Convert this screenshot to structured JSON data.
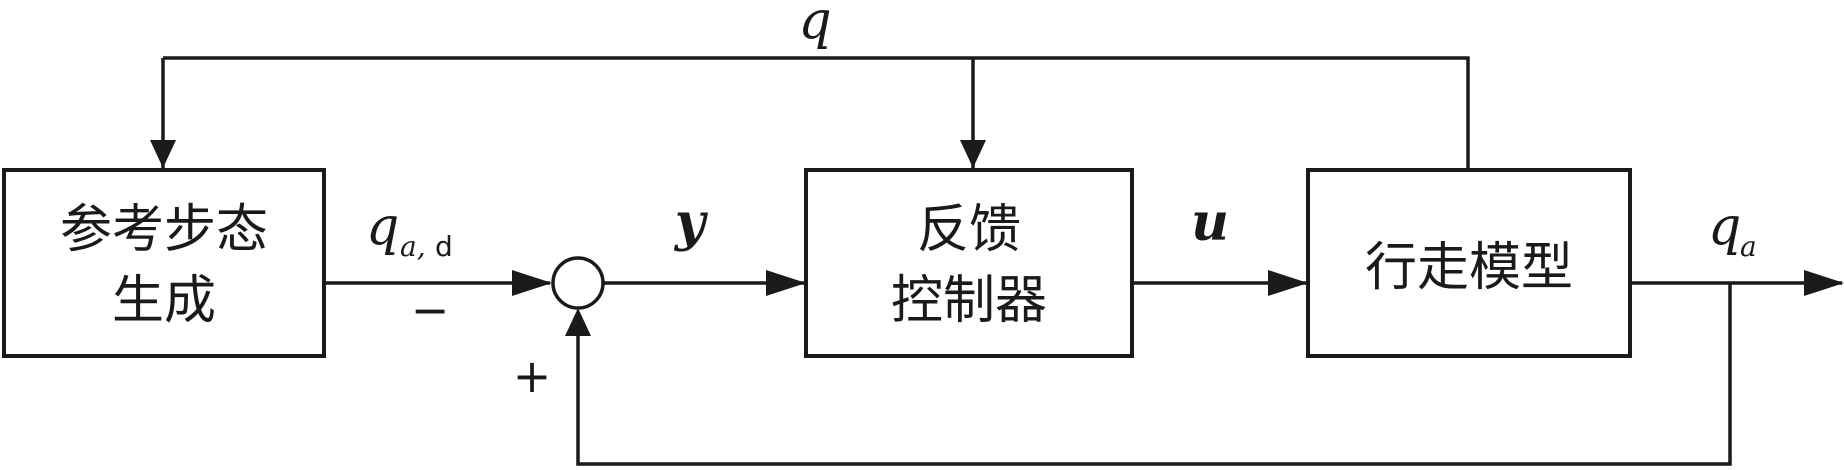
{
  "blocks": {
    "reference_gait": {
      "line1": "参考步态",
      "line2": "生成"
    },
    "feedback_controller": {
      "line1": "反馈",
      "line2": "控制器"
    },
    "walking_model": {
      "line1": "行走模型"
    }
  },
  "signals": {
    "q": "q",
    "q_ad_main": "q",
    "q_ad_sub_a": "a,",
    "q_ad_sub_d": "d",
    "y": "y",
    "u": "u",
    "q_a_main": "q",
    "q_a_sub": "a"
  },
  "junction_signs": {
    "minus": "−",
    "plus": "+"
  }
}
